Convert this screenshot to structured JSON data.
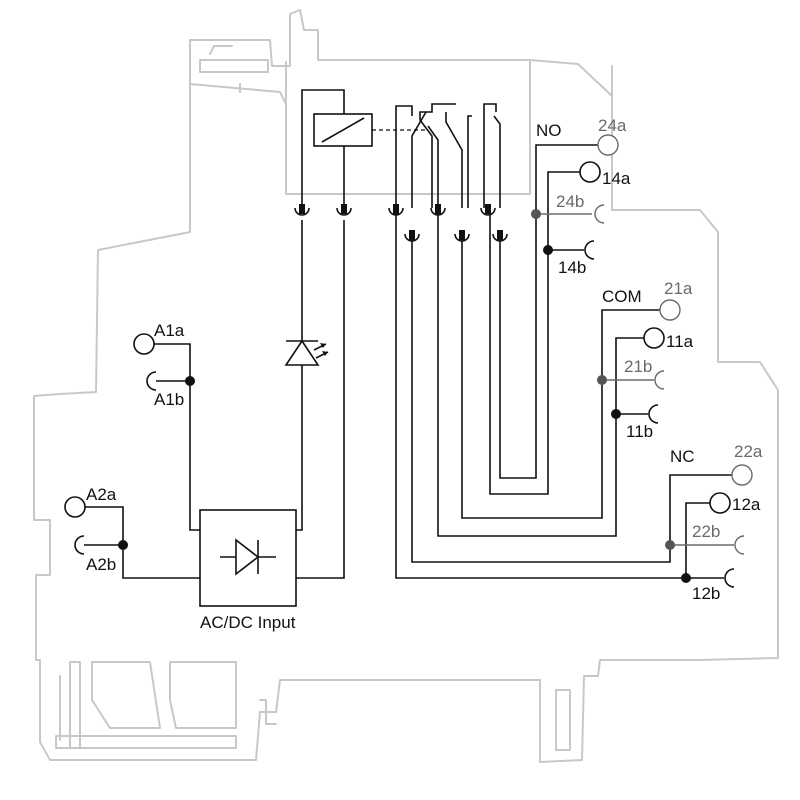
{
  "labels": {
    "A1a": "A1a",
    "A1b": "A1b",
    "A2a": "A2a",
    "A2b": "A2b",
    "rectifier": "AC/DC Input",
    "NO": "NO",
    "COM": "COM",
    "NC": "NC",
    "t24a": "24a",
    "t14a": "14a",
    "t24b": "24b",
    "t14b": "14b",
    "t21a": "21a",
    "t11a": "11a",
    "t21b": "21b",
    "t11b": "11b",
    "t22a": "22a",
    "t12a": "12a",
    "t22b": "22b",
    "t12b": "12b"
  },
  "colors": {
    "wire_primary": "#111111",
    "wire_secondary": "#6a6a6a",
    "housing_outline": "#c8c8c8",
    "background": "#ffffff"
  },
  "icons": {
    "relay_coil": "relay-coil-icon",
    "led": "led-icon",
    "diode": "diode-icon",
    "contacts": "changeover-contacts-icon"
  }
}
